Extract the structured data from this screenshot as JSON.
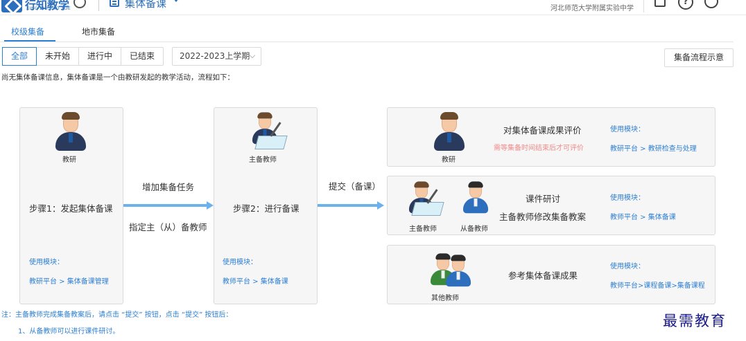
{
  "header": {
    "logo_text": "行知教学",
    "logo_sub": "XING ZHI JIAO XUE",
    "module_title": "集体备课",
    "school_name": "河北师范大学附属实验中学",
    "help_symbol": "?"
  },
  "tabs": [
    {
      "label": "校级集备",
      "active": true
    },
    {
      "label": "地市集备",
      "active": false
    }
  ],
  "filters": {
    "status": [
      {
        "label": "全部",
        "active": true
      },
      {
        "label": "未开始",
        "active": false
      },
      {
        "label": "进行中",
        "active": false
      },
      {
        "label": "已结束",
        "active": false
      }
    ],
    "semester": "2022-2023上学期",
    "flow_button": "集备流程示意"
  },
  "intro": "尚无集体备课信息，集体备课是一个由教研发起的教学活动，流程如下：",
  "step1": {
    "role": "教研",
    "step": "步骤1：发起集体备课",
    "module_label": "使用模块：",
    "module_path": "教研平台 > 集体备课管理"
  },
  "arrow1": {
    "top_text": "增加集备任务",
    "bottom_text": "指定主（从）备教师"
  },
  "step2": {
    "role": "主备教师",
    "step": "步骤2：进行备课",
    "module_label": "使用模块：",
    "module_path": "教师平台 > 集体备课"
  },
  "arrow2": {
    "top_text": "提交（备课）"
  },
  "task1": {
    "role": "教研",
    "title": "对集体备课成果评价",
    "warning": "需等集备时间结束后才可评价",
    "module_label": "使用模块：",
    "module_path": "教研平台 > 教研检查与处理"
  },
  "task2": {
    "role_main": "主备教师",
    "role_sub": "从备教师",
    "title": "课件研讨",
    "subtitle": "主备教师修改集备教案",
    "module_label": "使用模块：",
    "module_path": "教师平台 > 集体备课"
  },
  "task3": {
    "role": "其他教师",
    "title": "参考集体备课成果",
    "module_label": "使用模块：",
    "module_path": "教师平台>课程备课>集备课程"
  },
  "notes": [
    "注：主备教师完成集备教案后，请点击 “提交” 按钮，点击 “提交” 按钮后：",
    "1、从备教师可以进行课件研讨。"
  ],
  "watermark": "最需教育",
  "colors": {
    "accent": "#2d7fd3",
    "arrow": "#6ab1ee",
    "warning": "#f08a8a"
  }
}
